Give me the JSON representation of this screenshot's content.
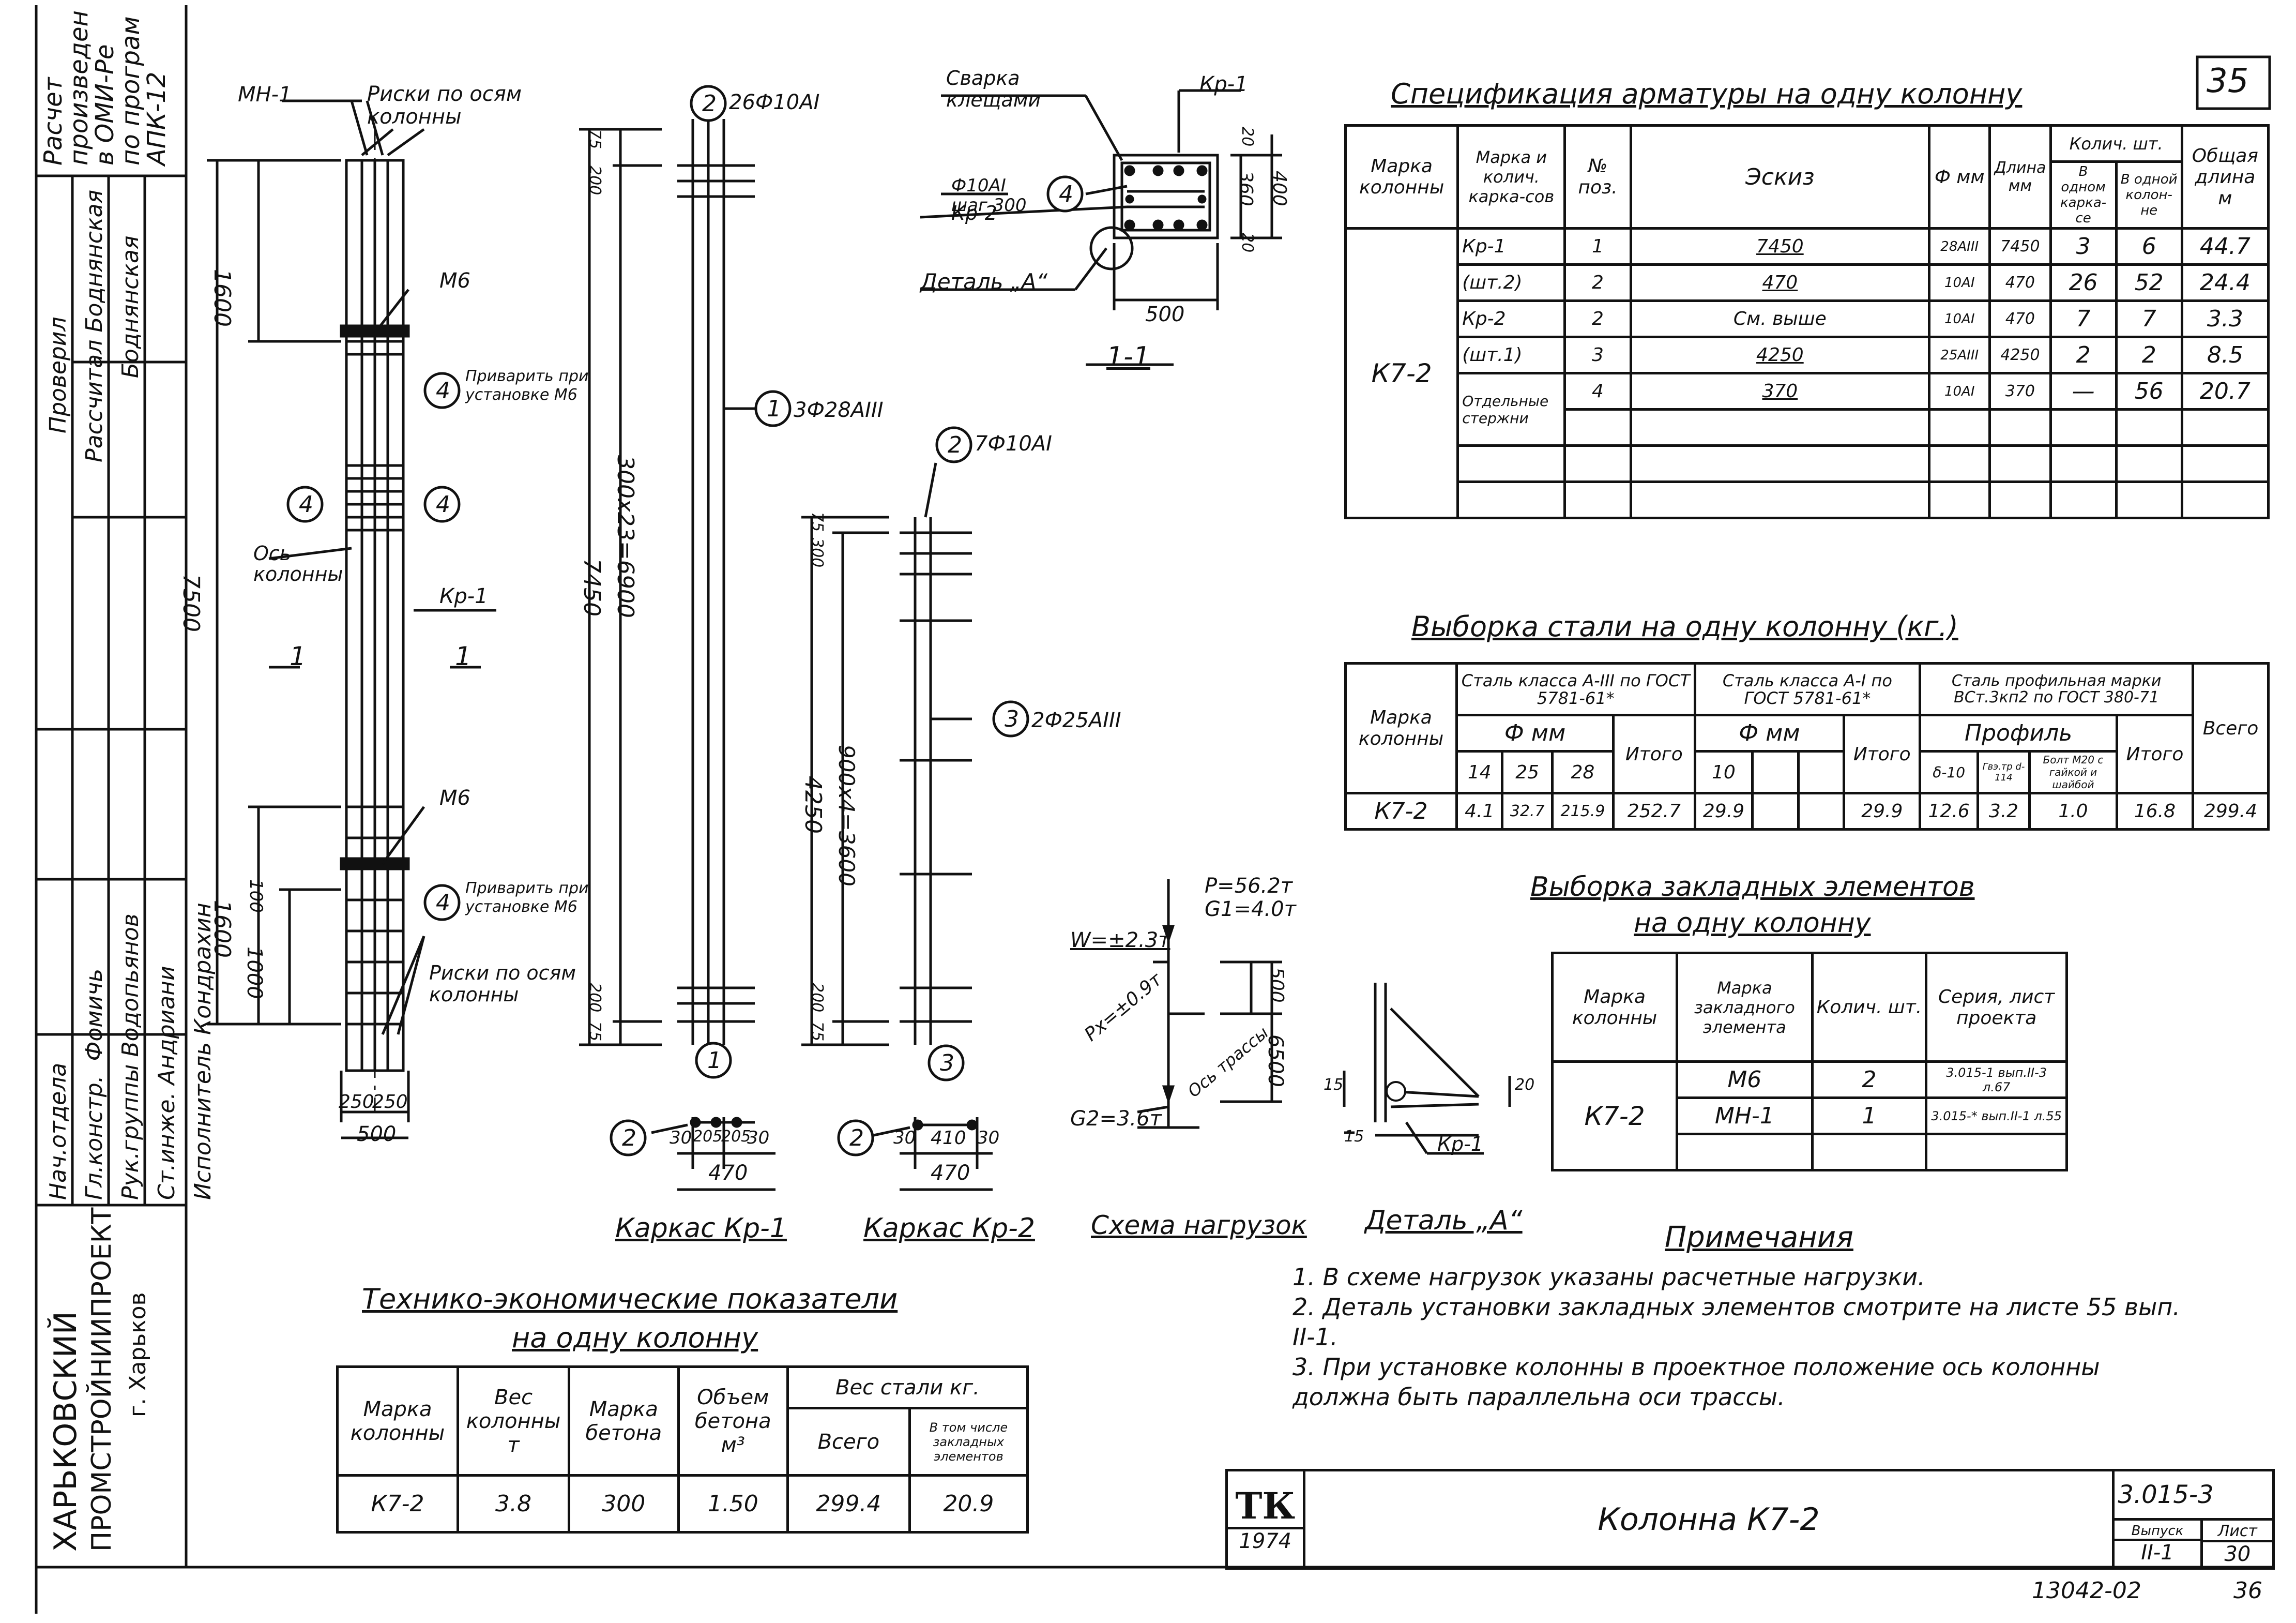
{
  "sheet_no_corner": "35",
  "stamp_note": [
    "Расчет",
    "произведен",
    "в ОМИ-Ре",
    "по програм",
    "АПК-12"
  ],
  "side_block": {
    "roles": [
      "Нач.отдела",
      "Гл.констр.",
      "Рук.группы",
      "Ст.инже.",
      "Исполнитель",
      "Проверил",
      "Рассчитал"
    ],
    "names": [
      "Водопьянов",
      "Фомичь",
      "Андриани",
      "Кондрахин",
      "Боднянская",
      "Боднянская"
    ],
    "org_line1": "ХАРЬКОВСКИЙ",
    "org_line2": "ПРОМСТРОЙНИИПРОЕКТ",
    "org_line3": "г. Харьков"
  },
  "column_elevation": {
    "labels": [
      "МН-1",
      "Риски по осям колонны",
      "М6",
      "Приварить при установке М6",
      "Ось колонны",
      "Кр-1",
      "Риски по осям колонны"
    ],
    "dims": [
      "1600",
      "7500",
      "1600",
      "1000",
      "100",
      "250",
      "250",
      "500"
    ],
    "section_marks": [
      "1",
      "1"
    ],
    "callouts": [
      "4",
      "4",
      "4",
      "4"
    ]
  },
  "kr1": {
    "title": "Каркас Кр-1",
    "callout_top": "26Ф10АI",
    "callout_mid": "3Ф28АIII",
    "dims_v": [
      "75",
      "200",
      "300х23=6900",
      "7450",
      "200",
      "75"
    ],
    "dims_h": [
      "30",
      "205",
      "205",
      "30",
      "470"
    ],
    "pos": [
      "2",
      "1",
      "2"
    ]
  },
  "kr2": {
    "title": "Каркас Кр-2",
    "callout_top": "7Ф10АI",
    "callout_mid": "2Ф25АIII",
    "dims_v": [
      "75",
      "300",
      "900х4=3600",
      "4250",
      "200",
      "75"
    ],
    "dims_h": [
      "30",
      "410",
      "30",
      "470"
    ],
    "pos": [
      "2",
      "3",
      "2"
    ]
  },
  "section_11": {
    "title": "1-1",
    "labels": [
      "Сварка клещами",
      "Кр-1",
      "Ф10АI шаг 300",
      "Кр-2",
      "Деталь „А“"
    ],
    "dims": [
      "20",
      "360",
      "20",
      "400",
      "500"
    ],
    "callout": "4"
  },
  "load_scheme": {
    "title": "Схема нагрузок",
    "P": "P=56.2т",
    "G1": "G1=4.0т",
    "W": "W=±2.3т",
    "Px": "Px=±0.9т",
    "G2": "G2=3.6т",
    "axis": "Ось трассы",
    "dims": [
      "500",
      "6500"
    ]
  },
  "detail_a": {
    "title": "Деталь „А“",
    "dims": [
      "15",
      "15",
      "20"
    ],
    "label": "Кр-1"
  },
  "spec": {
    "title": "Спецификация арматуры на одну колонну",
    "headers": [
      "Марка колонны",
      "Марка и колич. карка-сов",
      "№ поз.",
      "Эскиз",
      "Ф мм",
      "Длина мм",
      "Колич. шт.",
      "В одном карка-се",
      "В одной колон-не",
      "Общая длина м"
    ],
    "mark": "К7-2",
    "rows": [
      {
        "karkas": "Кр-1",
        "pos": "1",
        "sketch": "7450",
        "d": "28АIII",
        "len": "7450",
        "n1": "3",
        "n2": "6",
        "total": "44.7"
      },
      {
        "karkas": "(шт.2)",
        "pos": "2",
        "sketch": "470",
        "d": "10АI",
        "len": "470",
        "n1": "26",
        "n2": "52",
        "total": "24.4"
      },
      {
        "karkas": "Кр-2",
        "pos": "2",
        "sketch": "См. выше",
        "d": "10АI",
        "len": "470",
        "n1": "7",
        "n2": "7",
        "total": "3.3"
      },
      {
        "karkas": "(шт.1)",
        "pos": "3",
        "sketch": "4250",
        "d": "25АIII",
        "len": "4250",
        "n1": "2",
        "n2": "2",
        "total": "8.5"
      },
      {
        "karkas": "Отдельные стержни",
        "pos": "4",
        "sketch": "370",
        "d": "10АI",
        "len": "370",
        "n1": "—",
        "n2": "56",
        "total": "20.7"
      }
    ]
  },
  "steel": {
    "title": "Выборка стали на одну колонну (кг.)",
    "h_mark": "Марка колонны",
    "h_a3": "Сталь класса А-III по ГОСТ 5781-61*",
    "h_a1": "Сталь класса А-I по ГОСТ 5781-61*",
    "h_prof": "Сталь профильная марки ВСт.3кп2 по ГОСТ 380-71",
    "h_fmm": "Ф мм",
    "h_fmm2": "Ф мм",
    "h_profile": "Профиль",
    "cols": [
      "14",
      "25",
      "28",
      "Итого",
      "10",
      "",
      "",
      "Итого",
      "δ-10",
      "Гвэ.тр d-114",
      "Болт М20 с гайкой и шайбой",
      "Итого",
      "Всего"
    ],
    "row": [
      "К7-2",
      "4.1",
      "32.7",
      "215.9",
      "252.7",
      "29.9",
      "",
      "",
      "29.9",
      "12.6",
      "3.2",
      "1.0",
      "16.8",
      "299.4"
    ]
  },
  "embedded": {
    "title1": "Выборка закладных элементов",
    "title2": "на одну колонну",
    "headers": [
      "Марка колонны",
      "Марка закладного элемента",
      "Колич. шт.",
      "Серия, лист проекта"
    ],
    "mark": "К7-2",
    "rows": [
      {
        "el": "М6",
        "n": "2",
        "ref": "3.015-1 вып.II-3 л.67"
      },
      {
        "el": "МН-1",
        "n": "1",
        "ref": "3.015-* вып.II-1 л.55"
      }
    ]
  },
  "tep": {
    "title1": "Технико-экономические показатели",
    "title2": "на одну колонну",
    "headers": [
      "Марка колонны",
      "Вес колонны т",
      "Марка бетона",
      "Объем бетона м³",
      "Вес стали кг.",
      "Всего",
      "В том числе закладных элементов"
    ],
    "row": [
      "К7-2",
      "3.8",
      "300",
      "1.50",
      "299.4",
      "20.9"
    ]
  },
  "notes": {
    "title": "Примечания",
    "items": [
      "1. В схеме нагрузок указаны расчетные нагрузки.",
      "2. Деталь установки закладных элементов смотрите на листе 55 вып. II-1.",
      "3. При установке колонны в проектное положение ось колонны должна быть параллельна оси трассы."
    ]
  },
  "titleblock": {
    "logo": "ТК",
    "year": "1974",
    "name": "Колонна К7-2",
    "series": "3.015-3",
    "h_issue": "Выпуск",
    "h_sheet": "Лист",
    "issue": "II-1",
    "sheet": "30"
  },
  "footer": {
    "code": "13042-02",
    "page": "36"
  }
}
